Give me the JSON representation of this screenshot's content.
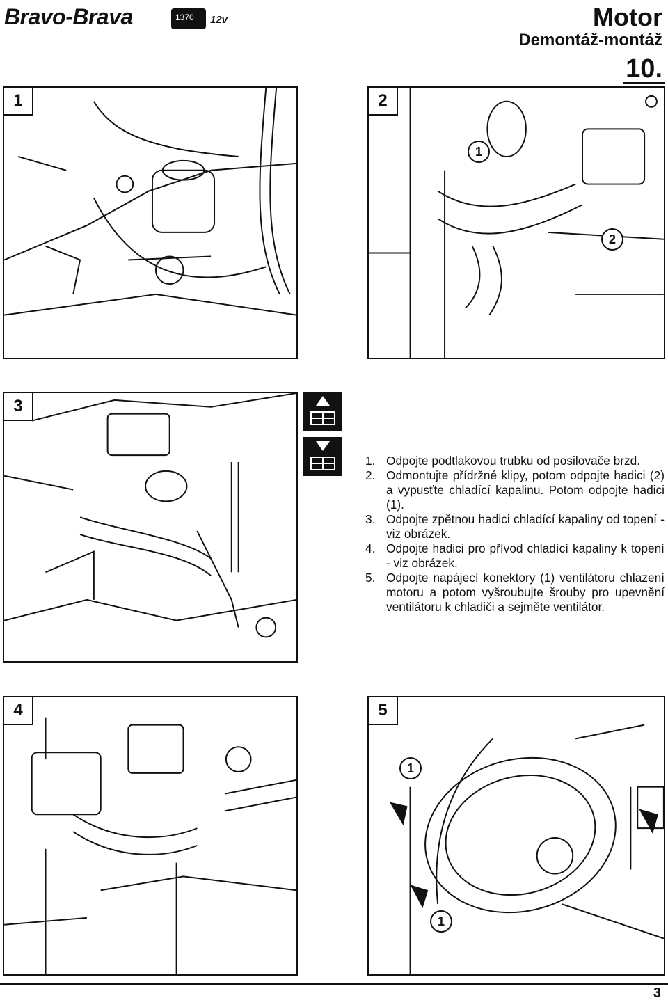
{
  "header": {
    "brand": "Bravo-Brava",
    "engine_code": "1370",
    "engine_valves": "12v",
    "section": "Motor",
    "subsection": "Demontáž-montáž",
    "chapter": "10."
  },
  "figures": [
    {
      "number": "1",
      "callouts": []
    },
    {
      "number": "2",
      "callouts": [
        "1",
        "2"
      ]
    },
    {
      "number": "3",
      "callouts": []
    },
    {
      "number": "4",
      "callouts": []
    },
    {
      "number": "5",
      "callouts": [
        "1",
        "1"
      ]
    }
  ],
  "operation_icons": [
    "remove-icon",
    "install-icon"
  ],
  "instructions": [
    {
      "num": "1.",
      "text": "Odpojte podtlakovou trubku od posilovače brzd."
    },
    {
      "num": "2.",
      "text": "Odmontujte přídržné klipy, potom odpojte hadici (2) a vypusťte chladící kapalinu. Potom odpojte hadici (1)."
    },
    {
      "num": "3.",
      "text": "Odpojte zpětnou hadici chladící kapaliny od topení - viz obrázek."
    },
    {
      "num": "4.",
      "text": "Odpojte hadici pro přívod chladící kapaliny k topení - viz obrázek."
    },
    {
      "num": "5.",
      "text": "Odpojte napájecí konektory (1) ventilátoru chlazení motoru a potom vyšroubujte šrouby pro upevnění ventilátoru k chladiči a sejměte ventilátor."
    }
  ],
  "page_number": "3"
}
